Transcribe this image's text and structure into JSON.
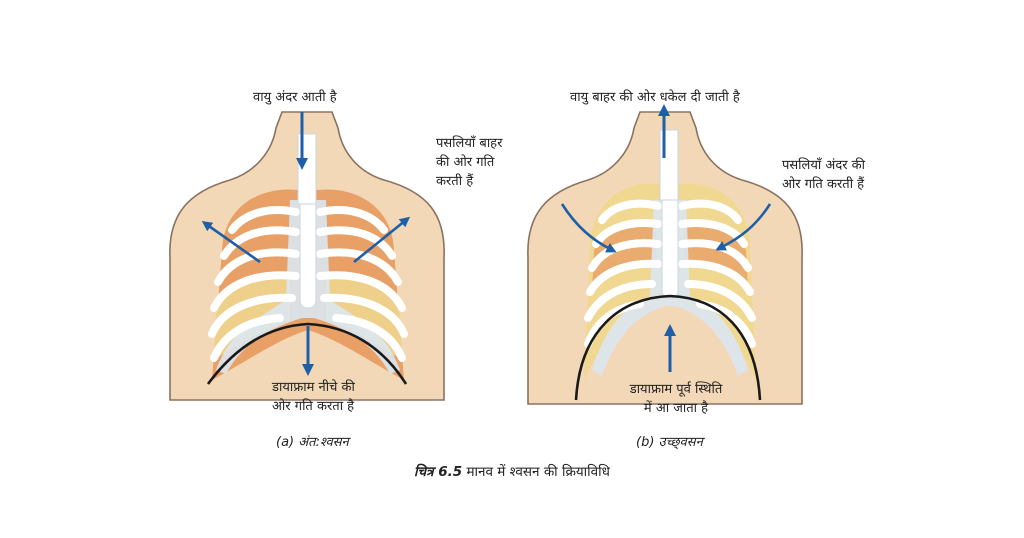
{
  "panel_a": {
    "air_label": "वायु अंदर आती है",
    "ribs_label_1": "पसलियाँ बाहर",
    "ribs_label_2": "की ओर गति",
    "ribs_label_3": "करती हैं",
    "diaphragm_label_1": "डायाफ्राम नीचे की",
    "diaphragm_label_2": "ओर गति करता है",
    "caption": "(a) अंत:श्वसन"
  },
  "panel_b": {
    "air_label": "वायु बाहर की ओर धकेल दी जाती है",
    "ribs_label_1": "पसलियाँ अंदर की",
    "ribs_label_2": "ओर गति करती हैं",
    "diaphragm_label_1": "डायाफ्राम पूर्व स्थिति",
    "diaphragm_label_2": "में आ जाता है",
    "caption": "(b) उच्छ्‌वसन"
  },
  "figure": {
    "number": "चित्र 6.5",
    "title": "मानव में श्वसन की क्रियाविधि"
  },
  "colors": {
    "skin": "#f3d8b8",
    "skin_outline": "#8a7260",
    "rib": "#ffffff",
    "lung_orange": "#e8a067",
    "lung_yellow": "#f0d890",
    "cartilage": "#dbe7f0",
    "arrow": "#1f5fa8"
  }
}
